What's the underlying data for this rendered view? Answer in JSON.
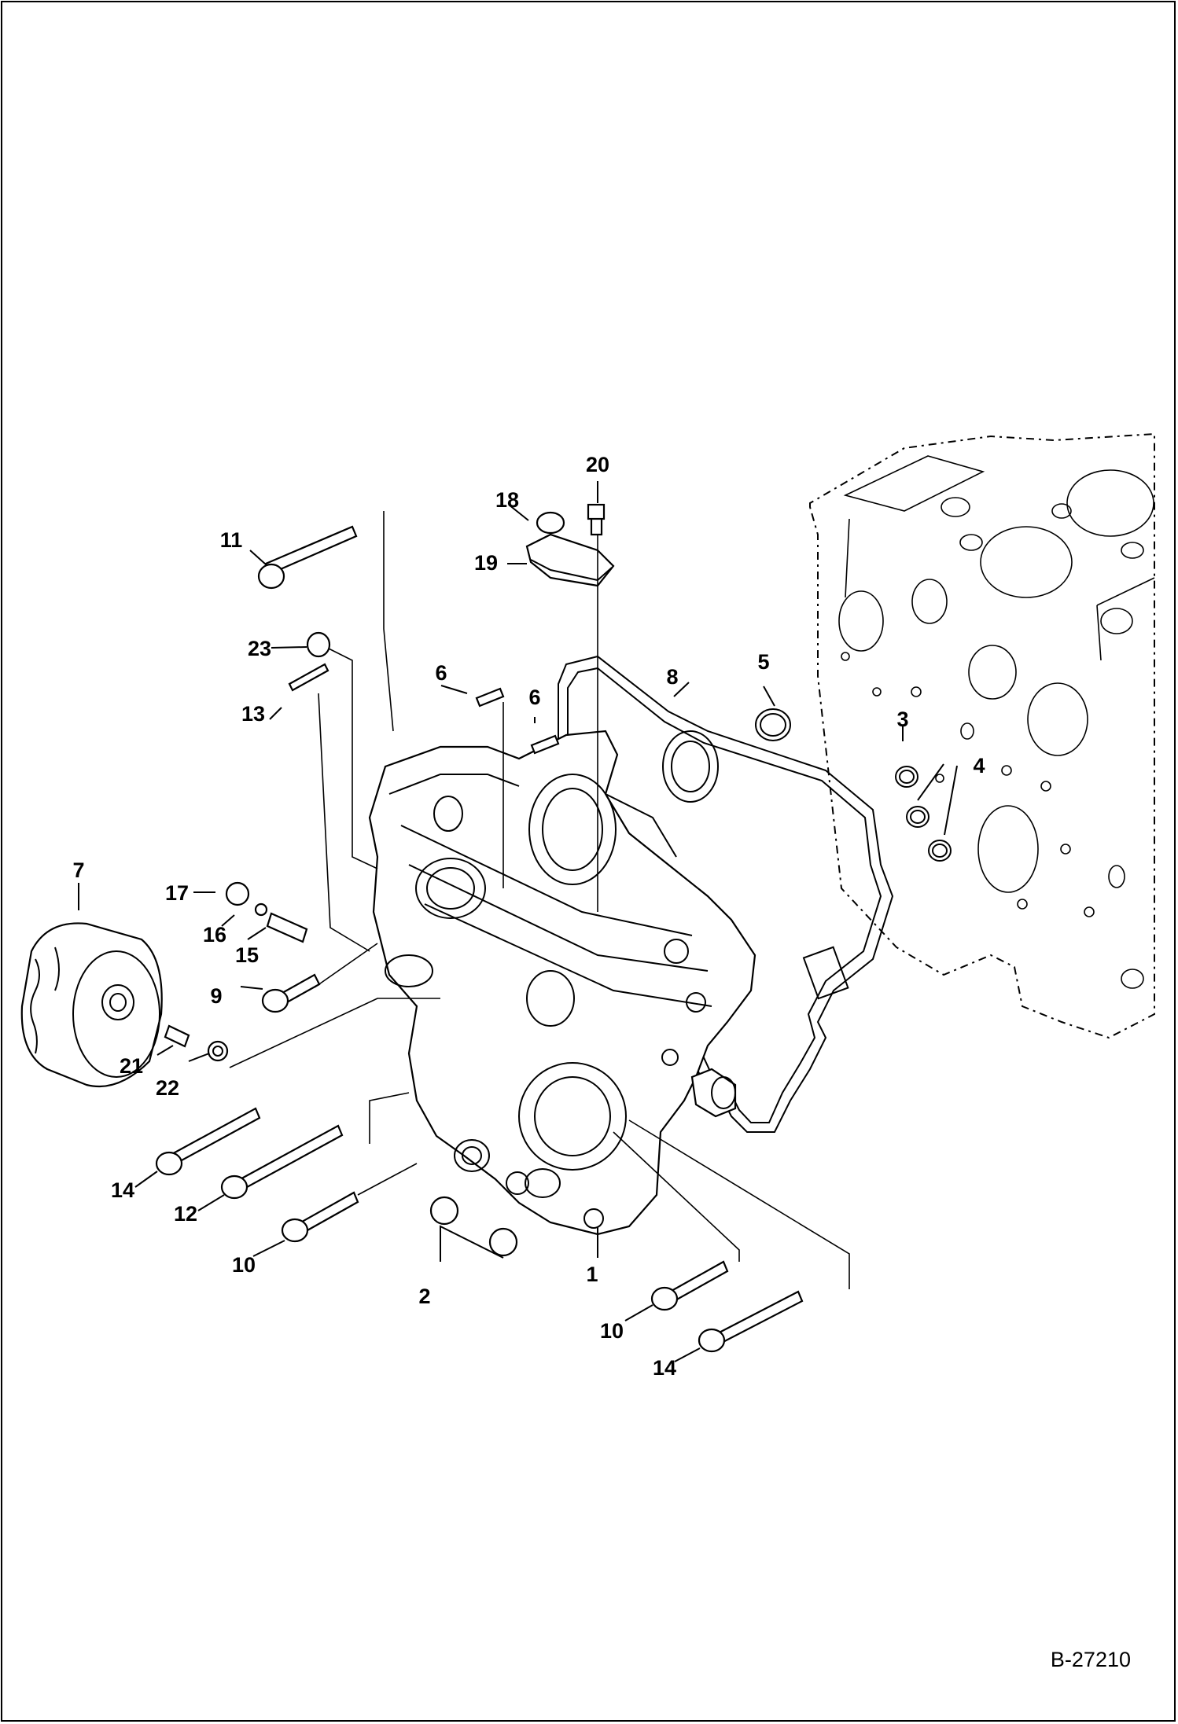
{
  "reference_number": "B-27210",
  "callouts": [
    {
      "id": "c1",
      "label": "1"
    },
    {
      "id": "c2",
      "label": "2"
    },
    {
      "id": "c3",
      "label": "3"
    },
    {
      "id": "c4",
      "label": "4"
    },
    {
      "id": "c5",
      "label": "5"
    },
    {
      "id": "c6a",
      "label": "6"
    },
    {
      "id": "c6b",
      "label": "6"
    },
    {
      "id": "c7",
      "label": "7"
    },
    {
      "id": "c8",
      "label": "8"
    },
    {
      "id": "c9",
      "label": "9"
    },
    {
      "id": "c10a",
      "label": "10"
    },
    {
      "id": "c10b",
      "label": "10"
    },
    {
      "id": "c11",
      "label": "11"
    },
    {
      "id": "c12",
      "label": "12"
    },
    {
      "id": "c13",
      "label": "13"
    },
    {
      "id": "c14a",
      "label": "14"
    },
    {
      "id": "c14b",
      "label": "14"
    },
    {
      "id": "c15",
      "label": "15"
    },
    {
      "id": "c16",
      "label": "16"
    },
    {
      "id": "c17",
      "label": "17"
    },
    {
      "id": "c18",
      "label": "18"
    },
    {
      "id": "c19",
      "label": "19"
    },
    {
      "id": "c20",
      "label": "20"
    },
    {
      "id": "c21",
      "label": "21"
    },
    {
      "id": "c22",
      "label": "22"
    },
    {
      "id": "c23",
      "label": "23"
    }
  ]
}
